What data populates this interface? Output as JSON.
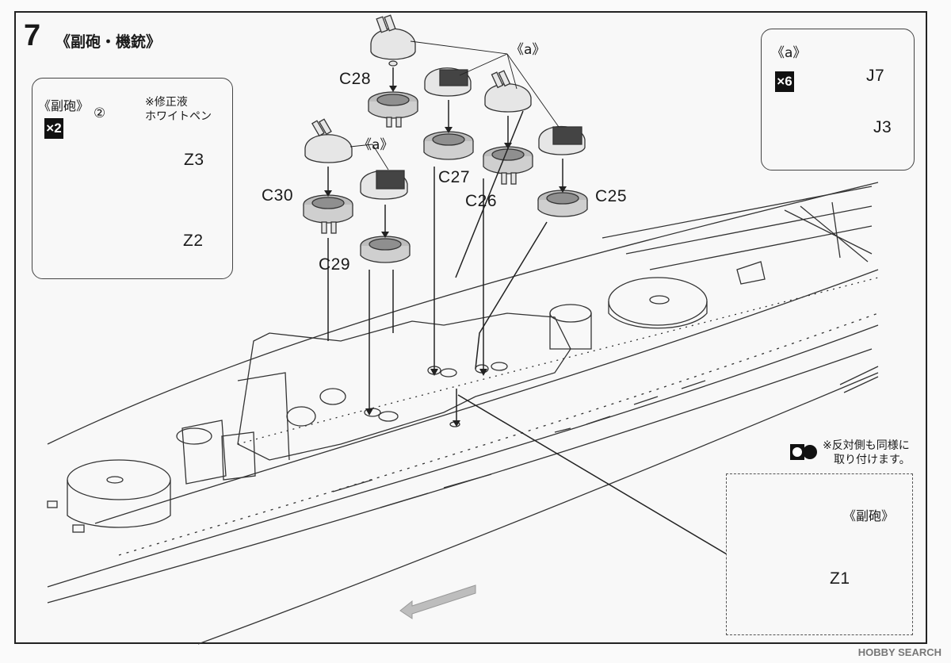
{
  "step": {
    "number": "7",
    "title": "《副砲・機銃》"
  },
  "inset_subgun": {
    "title": "《副砲》",
    "qty": "×2",
    "circle_num": "②",
    "note_line1": "※修正液",
    "note_line2": "ホワイトペン",
    "part_top": "Z3",
    "part_bottom": "Z2"
  },
  "inset_a": {
    "title": "《a》",
    "qty": "×6",
    "part_top": "J7",
    "part_bottom": "J3"
  },
  "main_labels": {
    "a_top": "《a》",
    "a_mid": "《a》",
    "c28": "C28",
    "c27": "C27",
    "c26": "C26",
    "c25": "C25",
    "c30": "C30",
    "c29": "C29"
  },
  "side_note": {
    "line1": "※反対側も同様に",
    "line2": "取り付けます。"
  },
  "inset_z1": {
    "title": "《副砲》",
    "part": "Z1"
  },
  "watermark": "HOBBY SEARCH"
}
